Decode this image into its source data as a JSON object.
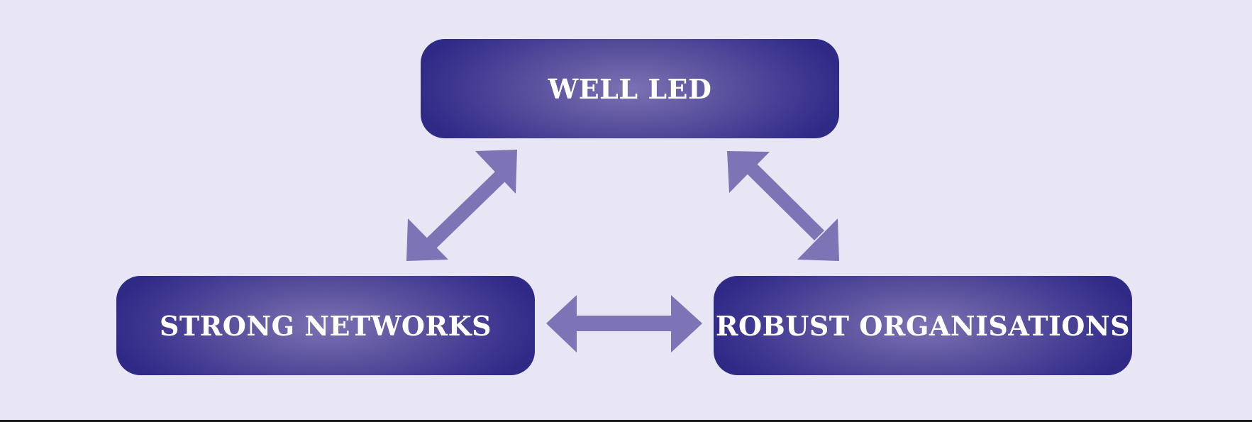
{
  "diagram": {
    "nodes": {
      "top": {
        "label": "WELL LED"
      },
      "left": {
        "label": "STRONG NETWORKS"
      },
      "right": {
        "label": "ROBUST ORGANISATIONS"
      }
    },
    "connections": [
      {
        "from": "top",
        "to": "left",
        "direction": "bidirectional"
      },
      {
        "from": "top",
        "to": "right",
        "direction": "bidirectional"
      },
      {
        "from": "left",
        "to": "right",
        "direction": "bidirectional"
      }
    ]
  },
  "colors": {
    "background": "#e8e6f4",
    "node_dark": "#2e2a86",
    "node_light": "#7b72b2",
    "arrow": "#7d74b6",
    "text": "#ffffff"
  }
}
